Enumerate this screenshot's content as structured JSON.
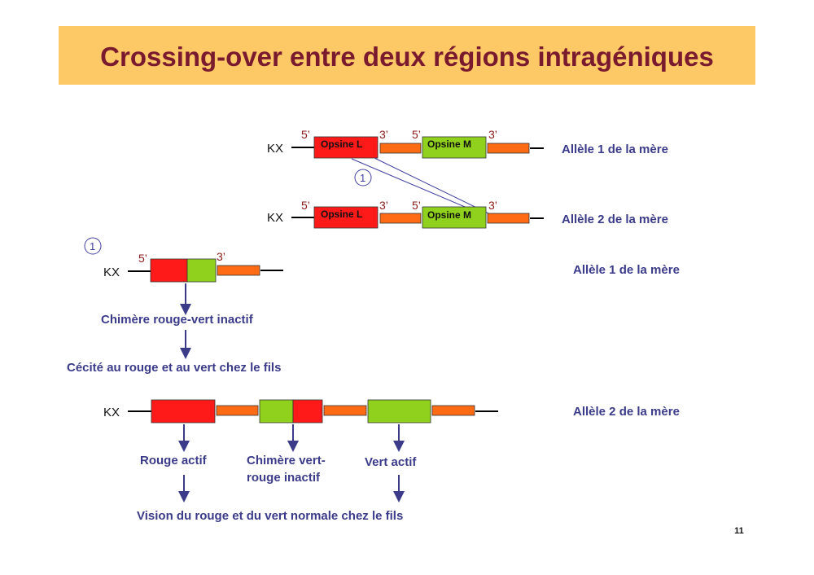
{
  "title": "Crossing-over entre deux régions intragéniques",
  "labels": {
    "kx": "KX",
    "five_prime": "5’",
    "three_prime": "3’",
    "opsine_l": "Opsine L",
    "opsine_m": "Opsine M",
    "allele1": "Allèle 1 de la mère",
    "allele2": "Allèle 2 de la mère",
    "cross_marker": "1"
  },
  "outcome1": {
    "chimera": "Chimère rouge-vert inactif",
    "result": "Cécité au rouge et au vert chez le fils"
  },
  "outcome2": {
    "red_active": "Rouge actif",
    "chimera_line1": "Chimère vert-",
    "chimera_line2": "rouge inactif",
    "green_active": "Vert actif",
    "result": "Vision du rouge et du vert normale chez le fils"
  },
  "page_number": "11",
  "colors": {
    "red": "#ff1a1a",
    "green": "#8fd11c",
    "orange": "#ff6a14",
    "arrow": "#3b3b8a",
    "title_bg": "#fdc866",
    "title_text": "#7a1a2e"
  }
}
